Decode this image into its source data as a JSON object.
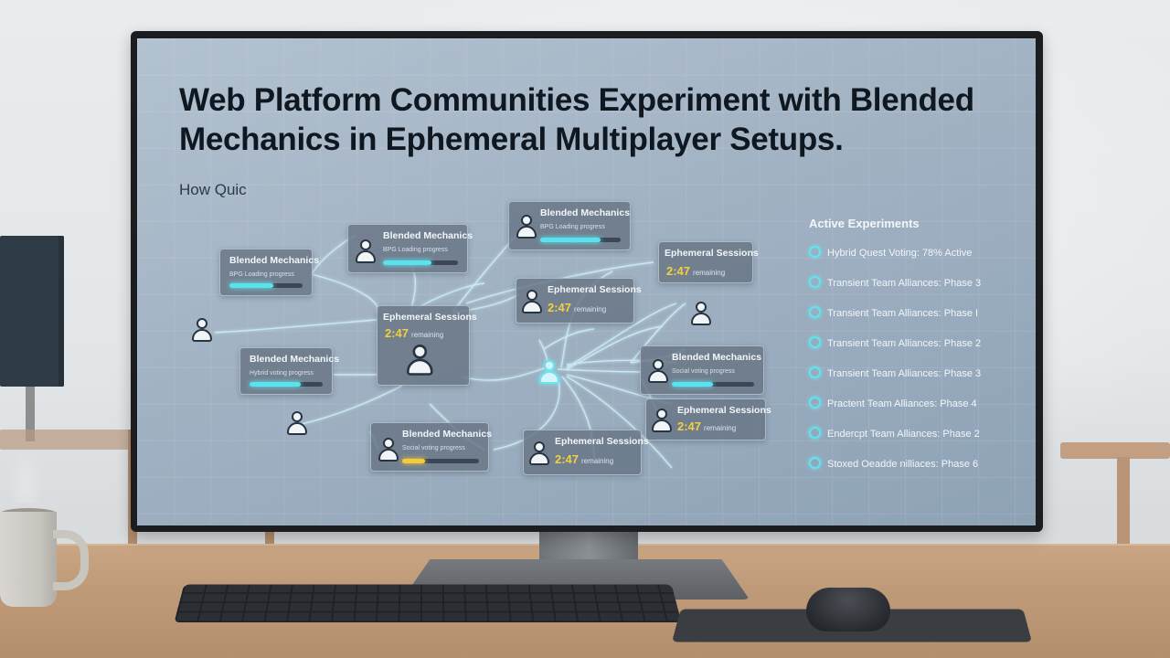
{
  "screen": {
    "title": "Web Platform Communities Experiment with Blended Mechanics in Ephemeral Multiplayer Setups.",
    "subtitle": "How Quic"
  },
  "cards": {
    "bm1": {
      "title": "Blended Mechanics",
      "sub": "BPG Loading progress",
      "progress": 0.6
    },
    "bm2": {
      "title": "Blended Mechanics",
      "sub": "BPG Loading progress",
      "progress": 0.65
    },
    "bm3": {
      "title": "Blended Mechanics",
      "sub": "Hybrid voting progress",
      "progress": 0.7
    },
    "bm4": {
      "title": "Blended Mechanics",
      "sub": "Social voting progress",
      "progress": 0.3
    },
    "bm5": {
      "title": "Blended Mechanics",
      "sub": "BPG Loading progress",
      "progress": 0.75
    },
    "bm6": {
      "title": "Blended Mechanics",
      "sub": "Social voting progress",
      "progress": 0.5
    },
    "es_center": {
      "title": "Ephemeral Sessions",
      "timer": "2:47",
      "rem": "remaining"
    },
    "es_top": {
      "title": "Ephemeral Sessions",
      "timer": "2:47",
      "rem": "remaining"
    },
    "es_mid": {
      "title": "Ephemeral Sessions",
      "timer": "2:47",
      "rem": "remaining"
    },
    "es_right": {
      "title": "Ephemeral Sessions",
      "timer": "2:47",
      "rem": "remaining"
    },
    "es_bottom": {
      "title": "Ephemeral Sessions",
      "timer": "2:47",
      "rem": "remaining"
    }
  },
  "panel": {
    "title": "Active Experiments",
    "items": [
      "Hybrid Quest Voting: 78% Active",
      "Transient Team Alliances: Phase 3",
      "Transient Team Alliances: Phase I",
      "Transient Team Alliances: Phase 2",
      "Transient Team Alliances: Phase 3",
      "Practent Team Alliances: Phase 4",
      "Endercpt Team Alliances: Phase 2",
      "Stoxed Oeadde nilliaces: Phase 6"
    ]
  },
  "colors": {
    "accent": "#59e3ee",
    "timer": "#f4d040",
    "warn": "#f4cc39"
  }
}
